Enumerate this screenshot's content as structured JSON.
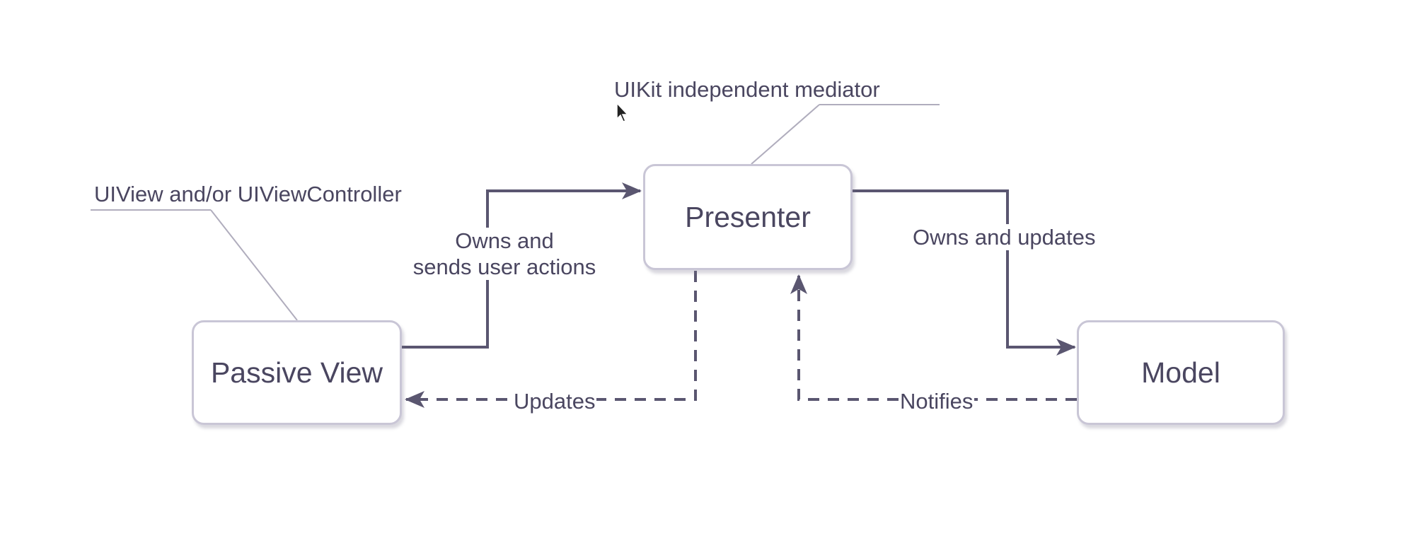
{
  "diagram": {
    "nodes": {
      "presenter": "Presenter",
      "passive_view": "Passive View",
      "model": "Model"
    },
    "annotations": {
      "presenter_note": "UIKit independent mediator",
      "view_note": "UIView and/or UIViewController"
    },
    "edges": {
      "view_to_presenter_line1": "Owns and",
      "view_to_presenter_line2": "sends user actions",
      "presenter_to_model": "Owns and updates",
      "presenter_to_view": "Updates",
      "model_to_presenter": "Notifies"
    }
  },
  "colors": {
    "line": "#5a5670",
    "node_border": "#c9c6d6",
    "text": "#4a4660",
    "annotation_line": "#b0adbd"
  },
  "icons": {
    "cursor": "mouse-pointer-icon"
  }
}
